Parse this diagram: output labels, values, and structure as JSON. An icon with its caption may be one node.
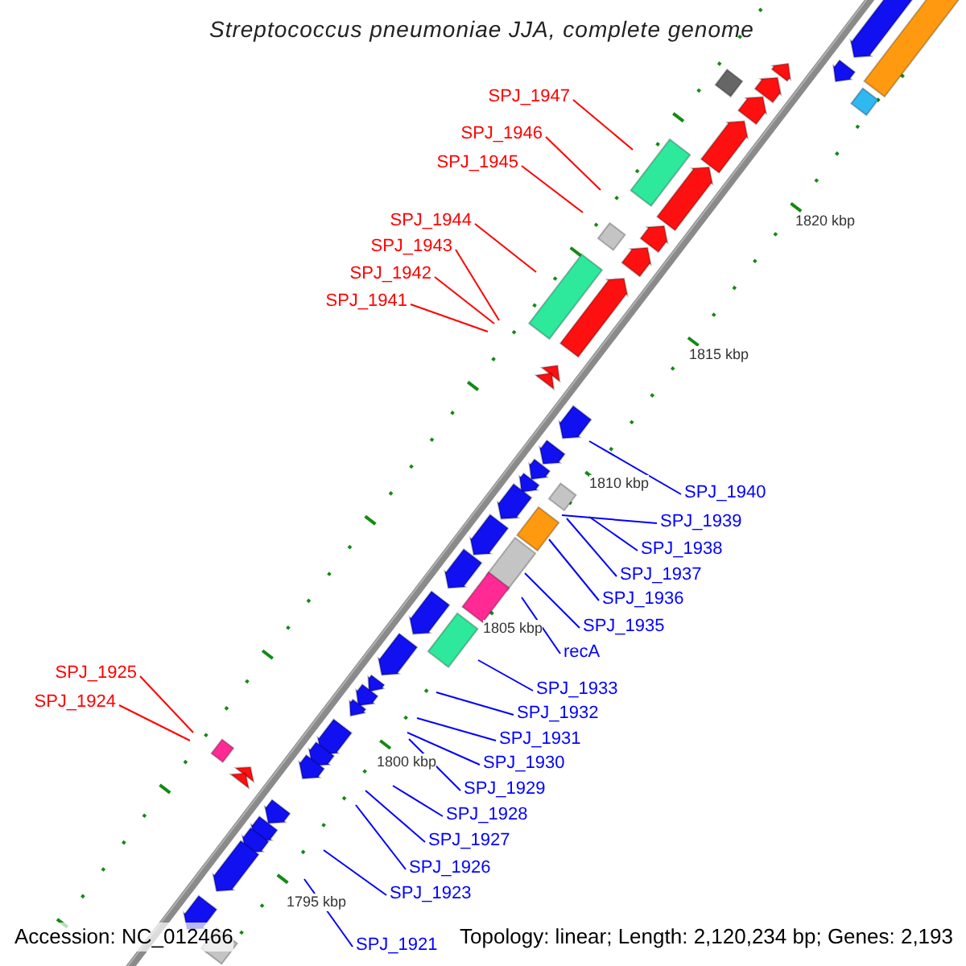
{
  "diagram": {
    "title": "Streptococcus pneumoniae JJA, complete genome",
    "nodes": [
      {
        "text": [
          "SPJ_1947"
        ]
      },
      {
        "text": [
          "SPJ_1946"
        ]
      },
      {
        "text": [
          "SPJ_1945"
        ]
      },
      {
        "text": [
          "SPJ_1944"
        ]
      },
      {
        "text": [
          "SPJ_1943"
        ]
      },
      {
        "text": [
          "SPJ_1942"
        ]
      },
      {
        "text": [
          "SPJ_1941"
        ]
      },
      {
        "text": [
          "SPJ_1940"
        ]
      },
      {
        "text": [
          "SPJ_1939"
        ]
      },
      {
        "text": [
          "SPJ_1938"
        ]
      },
      {
        "text": [
          "SPJ_1937"
        ]
      },
      {
        "text": [
          "SPJ_1936"
        ]
      },
      {
        "text": [
          "SPJ_1935"
        ]
      },
      {
        "text": [
          "recA"
        ]
      },
      {
        "text": [
          "SPJ_1925"
        ]
      },
      {
        "text": [
          "SPJ_1933"
        ]
      },
      {
        "text": [
          "SPJ_1924"
        ]
      },
      {
        "text": [
          "SPJ_1932"
        ]
      },
      {
        "text": [
          "SPJ_1931"
        ]
      },
      {
        "text": [
          "SPJ_1930"
        ]
      },
      {
        "text": [
          "SPJ_1929"
        ]
      },
      {
        "text": [
          "SPJ_1928"
        ]
      },
      {
        "text": [
          "SPJ_1927"
        ]
      },
      {
        "text": [
          "SPJ_1926"
        ]
      },
      {
        "text": [
          "SPJ_1923"
        ]
      },
      {
        "text": [
          "SPJ_1921"
        ]
      }
    ],
    "edges": [
      {
        "from": 0,
        "to": null,
        "arrow": "none",
        "color": "#ff0000"
      },
      {
        "from": 1,
        "to": null,
        "arrow": "none",
        "color": "#ff0000"
      },
      {
        "from": 2,
        "to": null,
        "arrow": "none",
        "color": "#ff0000"
      },
      {
        "from": 3,
        "to": null,
        "arrow": "none",
        "color": "#ff0000"
      },
      {
        "from": 4,
        "to": null,
        "arrow": "none",
        "color": "#ff0000"
      },
      {
        "from": 5,
        "to": null,
        "arrow": "none",
        "color": "#ff0000"
      },
      {
        "from": 6,
        "to": null,
        "arrow": "none",
        "color": "#ff0000"
      },
      {
        "from": 7,
        "to": null,
        "arrow": "none"
      },
      {
        "from": 8,
        "to": null,
        "arrow": "none"
      },
      {
        "from": 9,
        "to": null,
        "arrow": "none"
      },
      {
        "from": 10,
        "to": null,
        "arrow": "none"
      },
      {
        "from": 11,
        "to": null,
        "arrow": "none"
      },
      {
        "from": 12,
        "to": null,
        "arrow": "none"
      },
      {
        "from": 13,
        "to": null,
        "arrow": "none"
      },
      {
        "from": 14,
        "to": null,
        "arrow": "none",
        "color": "#ff0000"
      },
      {
        "from": 15,
        "to": null,
        "arrow": "none"
      },
      {
        "from": 16,
        "to": null,
        "arrow": "none",
        "color": "#ff0000"
      },
      {
        "from": 17,
        "to": null,
        "arrow": "none"
      },
      {
        "from": 18,
        "to": null,
        "arrow": "none"
      },
      {
        "from": 19,
        "to": null,
        "arrow": "none"
      },
      {
        "from": 20,
        "to": null,
        "arrow": "none"
      },
      {
        "from": 21,
        "to": null,
        "arrow": "none"
      },
      {
        "from": 22,
        "to": null,
        "arrow": "none"
      },
      {
        "from": 23,
        "to": null,
        "arrow": "none"
      },
      {
        "from": 24,
        "to": null,
        "arrow": "none"
      },
      {
        "from": 25,
        "to": null,
        "arrow": "none"
      }
    ],
    "labels": [
      "1820 kbp",
      "1815 kbp",
      "1810 kbp",
      "1805 kbp",
      "1800 kbp",
      "1795 kbp",
      "Accession: NC_012466",
      "Topology: linear; Length: 2,120,234 bp; Genes: 2,193"
    ]
  }
}
